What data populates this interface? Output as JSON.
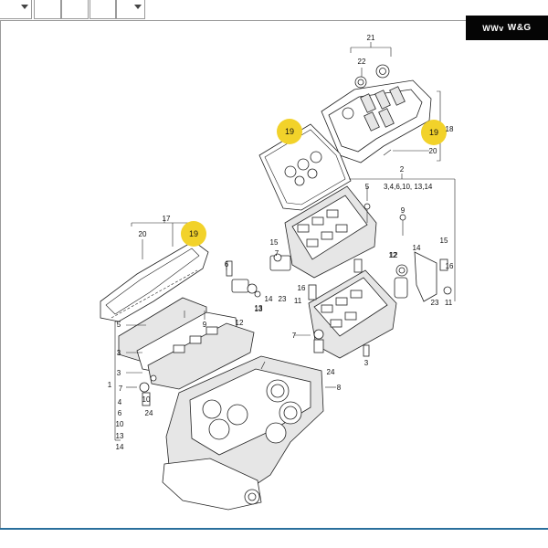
{
  "toolbar": {
    "buttons": [
      "",
      "",
      "",
      "",
      ""
    ]
  },
  "brand": {
    "mark": "WWv",
    "name": "W&G"
  },
  "highlight_color": "#f2d22a",
  "callouts": {
    "c19_left": "19",
    "c19_center": "19",
    "c19_right": "19"
  },
  "labels": {
    "l21": "21",
    "l22": "22",
    "l18": "18",
    "l20_right": "20",
    "l2": "2",
    "l2_sub": "3,4,6,10, 13,14",
    "l5_center": "5",
    "l9_center": "9",
    "l12_center": "12",
    "l15_mid": "15",
    "l7_mid": "7",
    "l16_mid": "16",
    "l23_mid": "23",
    "l14_mid": "14",
    "l13_mid": "13",
    "l11_mid": "11",
    "l7_center_b": "7",
    "l24_center": "24",
    "l3_center": "3",
    "l15_right": "15",
    "l14_right": "14",
    "l16_right": "16",
    "l23_right": "23",
    "l11_right": "11",
    "l12_right": "12",
    "l17": "17",
    "l20_left": "20",
    "l6_left": "6",
    "l9_left": "9",
    "l12_left": "12",
    "l13_left": "13",
    "l5_left": "5",
    "l3_left_a": "3",
    "l3_left_b": "3",
    "l1": "1",
    "l7_left": "7",
    "l10_left": "10",
    "l24_left": "24",
    "l4_list": "4",
    "l6_list": "6",
    "l10_list": "10",
    "l13_list": "13",
    "l14_list": "14",
    "l8": "8"
  }
}
